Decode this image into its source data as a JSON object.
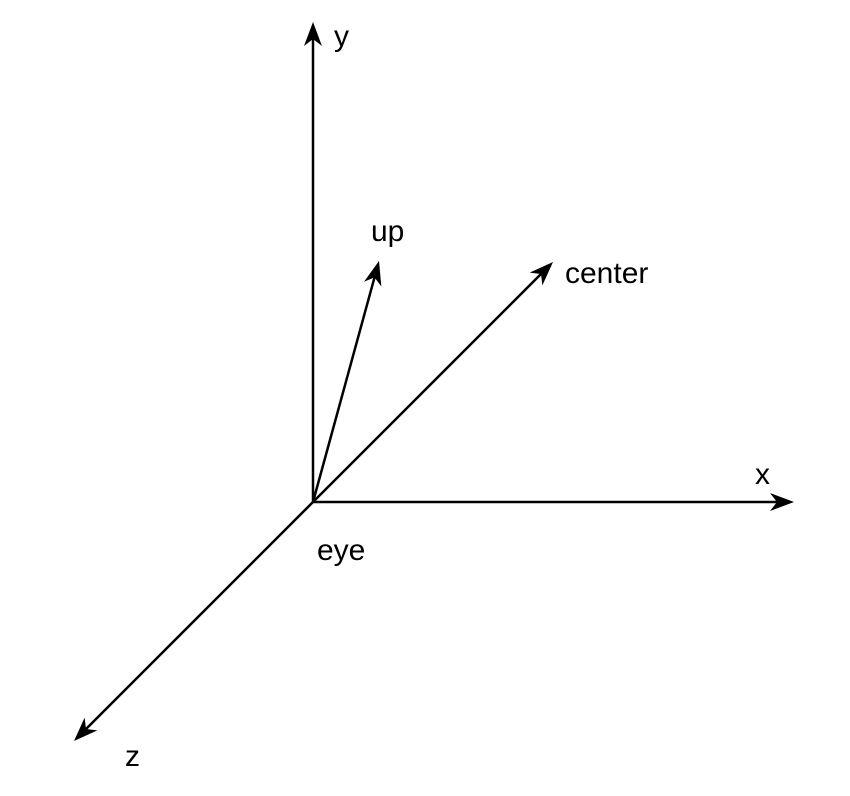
{
  "diagram": {
    "labels": {
      "y": "y",
      "x": "x",
      "z": "z",
      "up": "up",
      "center": "center",
      "eye": "eye"
    },
    "colors": {
      "stroke": "#000000",
      "background": "#ffffff"
    }
  }
}
